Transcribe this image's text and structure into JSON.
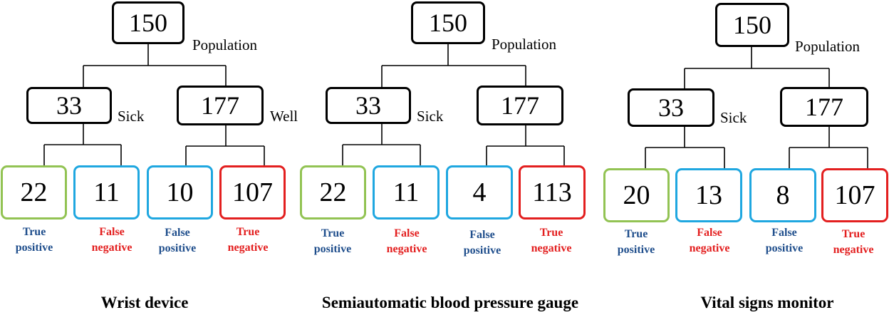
{
  "diagrams": [
    {
      "caption": "Wrist device",
      "population": {
        "value": "150",
        "label": "Population"
      },
      "sick": {
        "value": "33",
        "label": "Sick"
      },
      "well": {
        "value": "177",
        "label": "Well"
      },
      "outcomes": [
        {
          "value": "22",
          "label_line1": "True",
          "label_line2": "positive",
          "color": "green",
          "label_color": "blue"
        },
        {
          "value": "11",
          "label_line1": "False",
          "label_line2": "negative",
          "color": "blue",
          "label_color": "red"
        },
        {
          "value": "10",
          "label_line1": "False",
          "label_line2": "positive",
          "color": "blue",
          "label_color": "blue"
        },
        {
          "value": "107",
          "label_line1": "True",
          "label_line2": "negative",
          "color": "red",
          "label_color": "red"
        }
      ]
    },
    {
      "caption": "Semiautomatic blood pressure gauge",
      "population": {
        "value": "150",
        "label": "Population"
      },
      "sick": {
        "value": "33",
        "label": "Sick"
      },
      "well": {
        "value": "177",
        "label": ""
      },
      "outcomes": [
        {
          "value": "22",
          "label_line1": "True",
          "label_line2": "positive",
          "color": "green",
          "label_color": "blue"
        },
        {
          "value": "11",
          "label_line1": "False",
          "label_line2": "negative",
          "color": "blue",
          "label_color": "red"
        },
        {
          "value": "4",
          "label_line1": "False",
          "label_line2": "positive",
          "color": "blue",
          "label_color": "blue"
        },
        {
          "value": "113",
          "label_line1": "True",
          "label_line2": "negative",
          "color": "red",
          "label_color": "red"
        }
      ]
    },
    {
      "caption": "Vital signs monitor",
      "population": {
        "value": "150",
        "label": "Population"
      },
      "sick": {
        "value": "33",
        "label": "Sick"
      },
      "well": {
        "value": "177",
        "label": ""
      },
      "outcomes": [
        {
          "value": "20",
          "label_line1": "True",
          "label_line2": "positive",
          "color": "green",
          "label_color": "blue"
        },
        {
          "value": "13",
          "label_line1": "False",
          "label_line2": "negative",
          "color": "blue",
          "label_color": "red"
        },
        {
          "value": "8",
          "label_line1": "False",
          "label_line2": "positive",
          "color": "blue",
          "label_color": "blue"
        },
        {
          "value": "107",
          "label_line1": "True",
          "label_line2": "negative",
          "color": "red",
          "label_color": "red"
        }
      ]
    }
  ],
  "colors": {
    "green": "#92c353",
    "blue": "#1fa7e0",
    "red": "#e31f1f",
    "label_blue": "#1f4e8c",
    "label_red": "#e31f1f"
  }
}
